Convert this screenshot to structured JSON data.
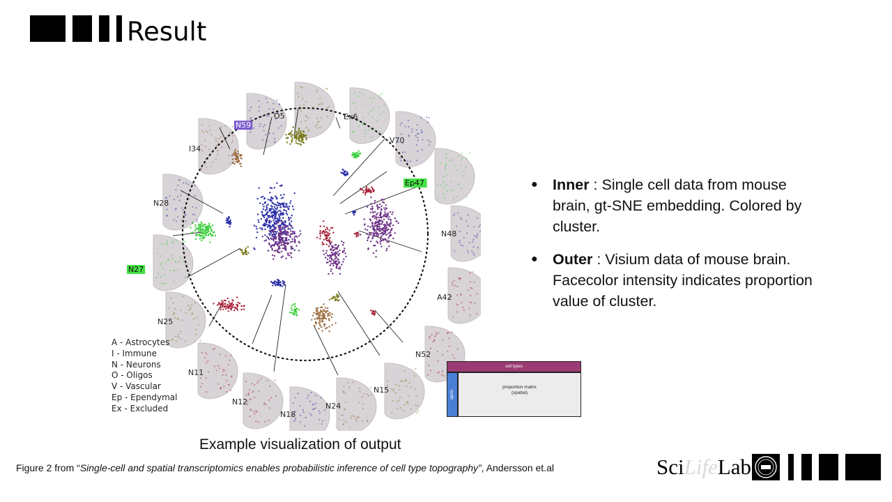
{
  "header": {
    "title": "Result"
  },
  "figure": {
    "cluster_labels": [
      "O5",
      "Ex6",
      "V70",
      "N59",
      "I34",
      "Ep47",
      "N28",
      "N48",
      "N27",
      "A42",
      "N25",
      "N52",
      "N11",
      "N15",
      "N12",
      "N24",
      "N18"
    ],
    "colors": {
      "blue": "#2b2fa8",
      "purple": "#6b2f86",
      "green": "#3fcf3f",
      "olive": "#7a7a1e",
      "brown": "#9a6a3a",
      "red": "#a8223a",
      "label_blue": "#7b5bd0",
      "label_green": "#45e045"
    }
  },
  "legend": [
    "A - Astrocytes",
    "I - Immune",
    "N - Neurons",
    "O - Oligos",
    "V - Vascular",
    "Ep - Ependymal",
    "Ex - Excluded"
  ],
  "bullets": [
    {
      "term": "Inner",
      "text": " : Single cell data from mouse brain, gt-SNE embedding. Colored by cluster."
    },
    {
      "term": "Outer",
      "text": " : Visium data of mouse brain. Facecolor intensity indicates proportion value of cluster."
    }
  ],
  "matrix": {
    "header": "cell types",
    "side": "spots",
    "body_line1": "proportion matrix",
    "body_line2": "(spatial)"
  },
  "caption": "Example visualization of output",
  "source": {
    "prefix": "Figure 2 from “",
    "title": "Single-cell and spatial transcriptomics enables probabilistic inference of cell type topography”",
    "suffix": ", Andersson et.al"
  },
  "logo": {
    "sci": "Sci",
    "life": "Life",
    "lab": "Lab"
  }
}
